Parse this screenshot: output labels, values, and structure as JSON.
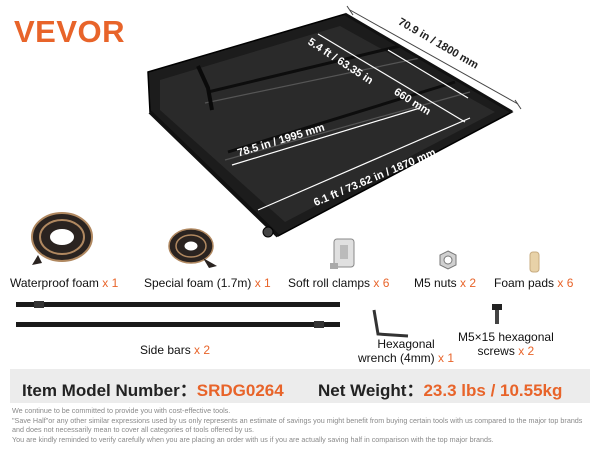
{
  "brand": {
    "logo_text": "VEVOR",
    "accent_color": "#e8642a"
  },
  "dimensions": {
    "overall_length": "70.9 in / 1800 mm",
    "upper_width": "5.4 ft / 63.35 in",
    "cross_width": "660 mm",
    "middle_length": "78.5 in / 1995 mm",
    "lower_width": "6.1 ft / 73.62 in / 1870 mm"
  },
  "parts": {
    "waterproof_foam": {
      "label": "Waterproof foam",
      "qty": "x 1"
    },
    "special_foam": {
      "label": "Special foam (1.7m)",
      "qty": "x 1"
    },
    "soft_roll_clamps": {
      "label": "Soft roll clamps",
      "qty": "x 6"
    },
    "m5_nuts": {
      "label": "M5 nuts",
      "qty": "x 2"
    },
    "foam_pads": {
      "label": "Foam pads",
      "qty": "x 6"
    },
    "side_bars": {
      "label": "Side bars",
      "qty": "x 2"
    },
    "hex_wrench": {
      "label_line1": "Hexagonal",
      "label_line2": "wrench (4mm)",
      "qty": "x 1"
    },
    "hex_screws": {
      "label_line1": "M5×15 hexagonal",
      "label_line2": "screws",
      "qty": "x 2"
    }
  },
  "info": {
    "model_label": "Item Model Number：",
    "model_value": "SRDG0264",
    "weight_label": "Net Weight：",
    "weight_value": "23.3 lbs / 10.55kg"
  },
  "disclaimer": [
    "We continue to be committed to provide you with cost-effective tools.",
    "\"Save Half\"or any other similar expressions used by us only represents an estimate of savings you might benefit from buying certain tools with us compared to the major top brands and does not necessarily mean to cover all categories of tools offered by us.",
    "You are kindly reminded to verify carefully when you are placing an order with us if you are actually saving half in comparison with the top major brands."
  ]
}
